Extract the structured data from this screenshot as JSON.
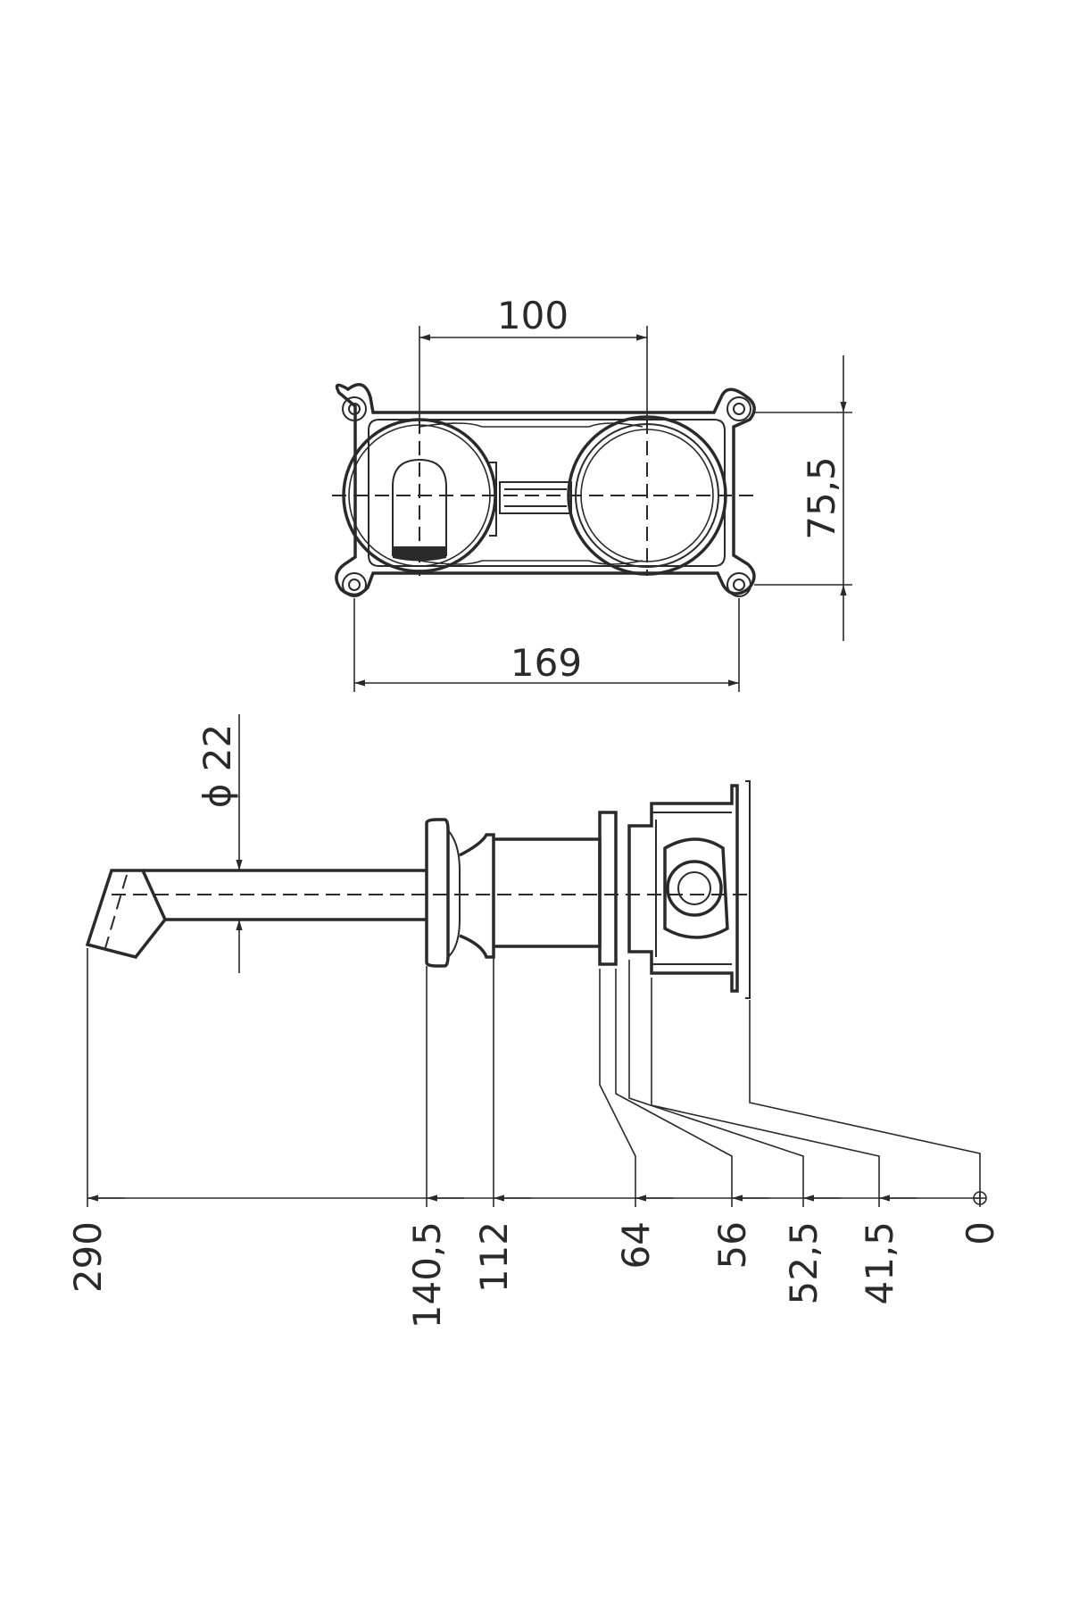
{
  "front_view": {
    "dim_hole_spacing": "100",
    "dim_height": "75,5",
    "dim_width": "169"
  },
  "side_view": {
    "dim_spout_diameter": "ϕ 22",
    "dims": {
      "d290": "290",
      "d140_5": "140,5",
      "d112": "112",
      "d64": "64",
      "d56": "56",
      "d52_5": "52,5",
      "d41_5": "41,5",
      "d0": "0"
    }
  },
  "colors": {
    "line": "#2a2a2a",
    "background": "#ffffff"
  }
}
